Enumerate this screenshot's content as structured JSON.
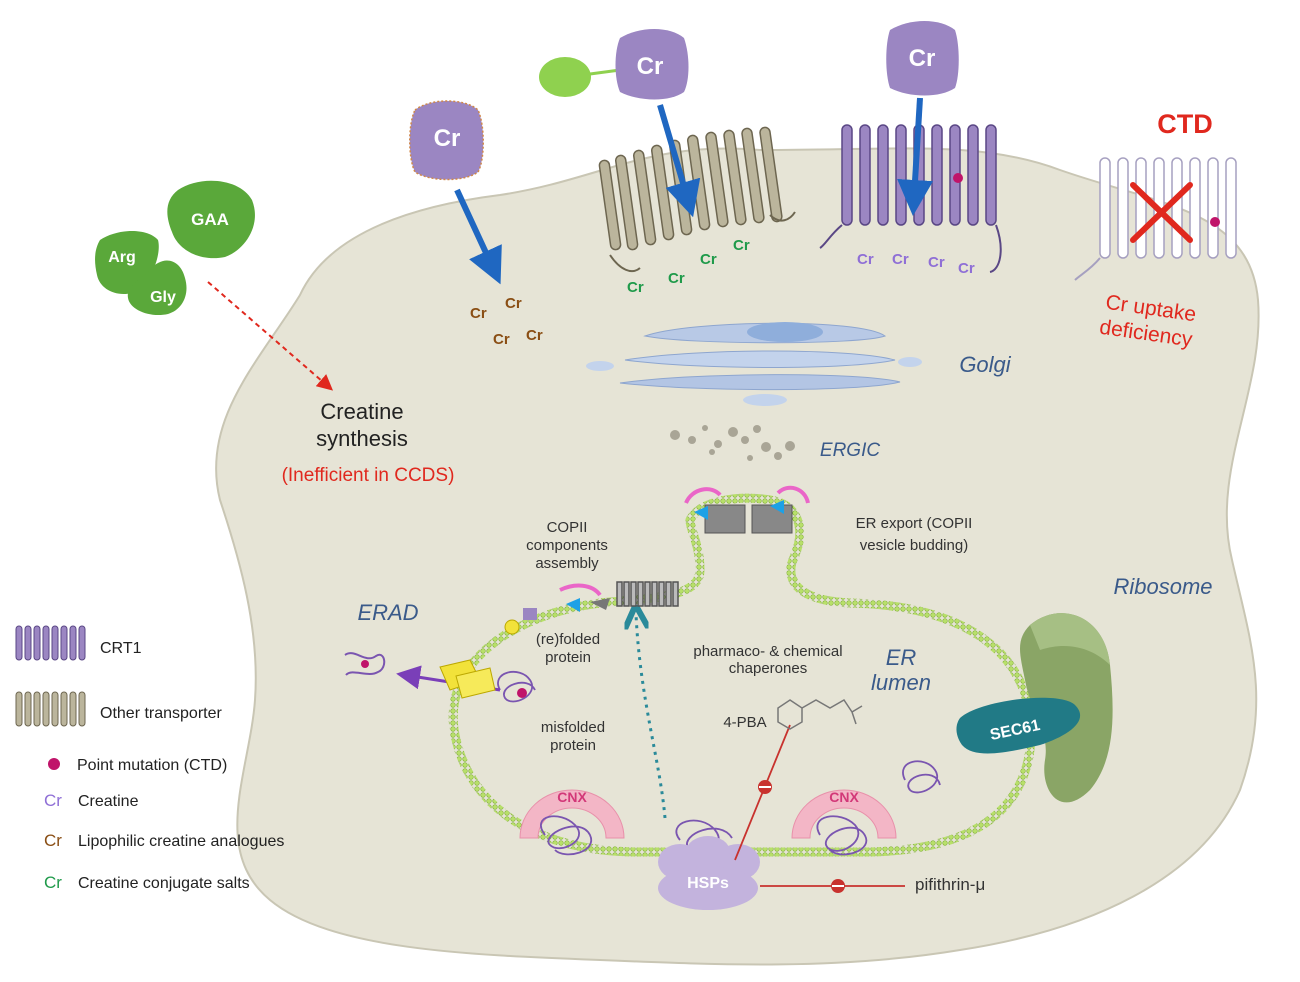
{
  "labels": {
    "gaa": "GAA",
    "arg": "Arg",
    "gly": "Gly",
    "creatine_synthesis_1": "Creatine",
    "creatine_synthesis_2": "synthesis",
    "inefficient": "(Inefficient in CCDS)",
    "cr": "Cr",
    "ctd": "CTD",
    "cr_uptake_1": "Cr uptake",
    "cr_uptake_2": "deficiency",
    "golgi": "Golgi",
    "ergic": "ERGIC",
    "ribosome": "Ribosome",
    "erad": "ERAD",
    "er_lumen_1": "ER",
    "er_lumen_2": "lumen",
    "copii_1": "COPII",
    "copii_2": "components",
    "copii_3": "assembly",
    "er_export_1": "ER export (COPII",
    "er_export_2": "vesicle budding)",
    "refolded_1": "(re)folded",
    "refolded_2": "protein",
    "misfolded_1": "misfolded",
    "misfolded_2": "protein",
    "chaperones_1": "pharmaco- & chemical",
    "chaperones_2": "chaperones",
    "pba": "4-PBA",
    "sec61": "SEC61",
    "cnx": "CNX",
    "hsps": "HSPs",
    "pifithrin": "pifithrin-μ"
  },
  "legend": [
    {
      "symbol": "",
      "label": "CRT1",
      "icon": "crt1-transporter-icon"
    },
    {
      "symbol": "",
      "label": "Other transporter",
      "icon": "other-transporter-icon"
    },
    {
      "symbol": "",
      "label": "Point mutation (CTD)",
      "icon": "point-mutation-icon"
    },
    {
      "symbol": "Cr",
      "label": "Creatine",
      "icon": "creatine-icon"
    },
    {
      "symbol": "Cr",
      "label": "Lipophilic creatine analogues",
      "icon": "lipophilic-analogue-icon"
    },
    {
      "symbol": "Cr",
      "label": "Creatine conjugate salts",
      "icon": "conjugate-salt-icon"
    }
  ],
  "colors": {
    "cell": "#e6e4d6",
    "cell_stroke": "#c9c6b4",
    "green_molecule": "#5aa83a",
    "light_green": "#8fd14f",
    "crt1": "#9b86c2",
    "other_transporter": "#bbb59c",
    "arrow_blue": "#1f67c1",
    "red": "#e0281e",
    "creatine_purple": "#8f6fd6",
    "lipophilic_brown": "#8a4e14",
    "conjugate_green": "#1f9a4a",
    "label_blue": "#3a5a8a",
    "mutation": "#c0146a",
    "er_green": "#9ed24a",
    "cnx_pink": "#f3b6c6",
    "hsp": "#c3b3dd",
    "sec61": "#217a86",
    "ribosome": "#8aa566"
  }
}
